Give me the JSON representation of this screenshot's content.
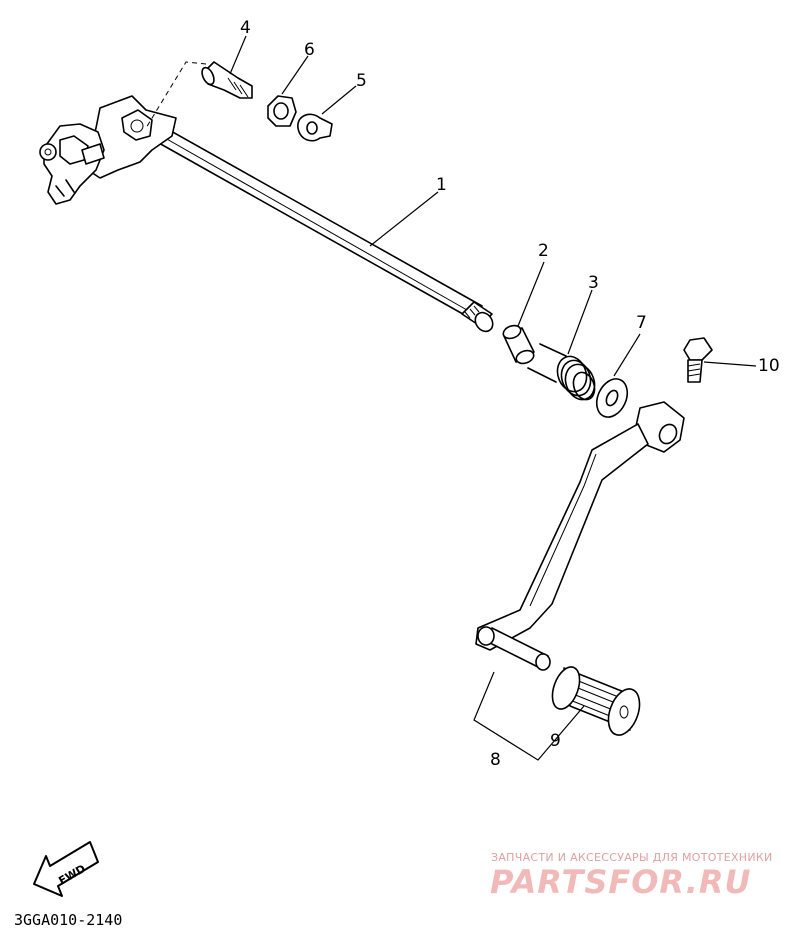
{
  "diagram": {
    "callouts": {
      "c1": "1",
      "c2": "2",
      "c3": "3",
      "c4": "4",
      "c5": "5",
      "c6": "6",
      "c7": "7",
      "c8": "8",
      "c9": "9",
      "c10": "10"
    },
    "fwd_label": "FWD",
    "drawing_code": "3GGA010-2140"
  },
  "watermark": {
    "subtitle": "ЗАПЧАСТИ И АКСЕССУАРЫ ДЛЯ МОТОТЕХНИКИ",
    "brand": "PARTSFOR.RU"
  }
}
